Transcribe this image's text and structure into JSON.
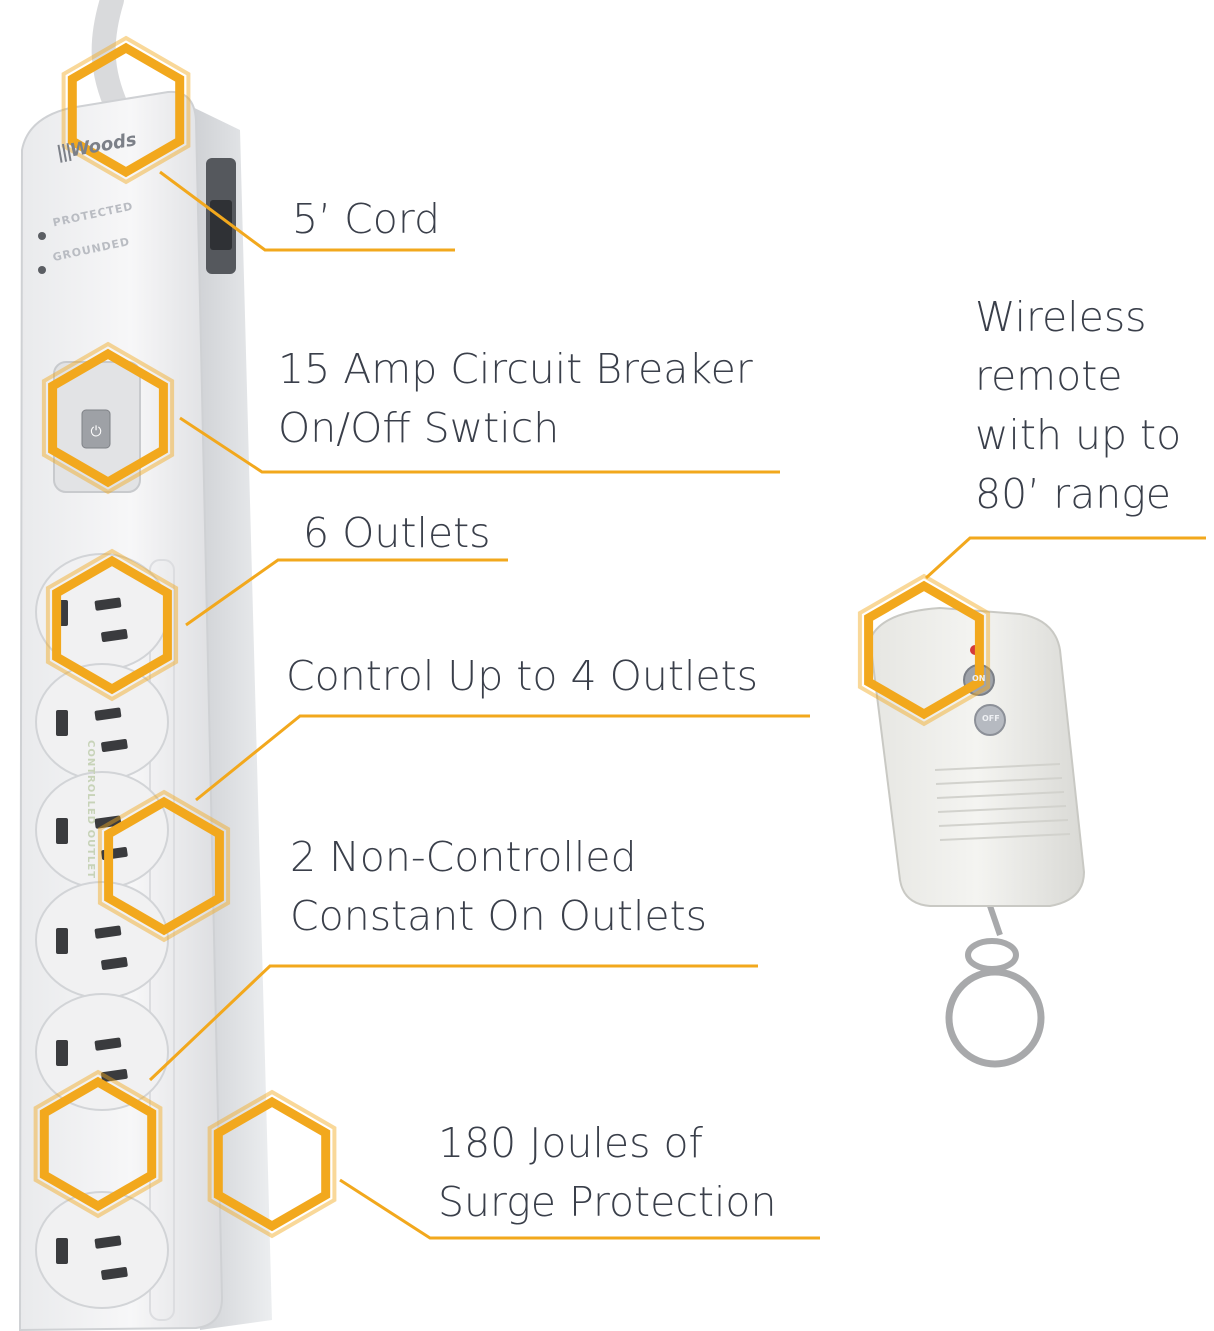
{
  "accent_color": "#f2a81d",
  "product": {
    "brand": "Woods",
    "indicator_labels": [
      "PROTECTED",
      "GROUNDED"
    ],
    "controlled_strip_text": "CONTROLLED OUTLET",
    "outlet_count": 6,
    "remote_button_labels": [
      "ON",
      "OFF"
    ]
  },
  "callouts": {
    "cord": {
      "lines": [
        "5’ Cord"
      ]
    },
    "breaker": {
      "lines": [
        "15 Amp Circuit Breaker",
        "On/Off Swtich"
      ]
    },
    "outlets": {
      "lines": [
        "6 Outlets"
      ]
    },
    "control": {
      "lines": [
        "Control Up to 4 Outlets"
      ]
    },
    "noncontrolled": {
      "lines": [
        "2 Non-Controlled",
        "Constant On Outlets"
      ]
    },
    "surge": {
      "lines": [
        "180 Joules of",
        "Surge Protection"
      ]
    },
    "remote": {
      "lines": [
        "Wireless",
        "remote",
        "with up to",
        "80’ range"
      ]
    }
  }
}
